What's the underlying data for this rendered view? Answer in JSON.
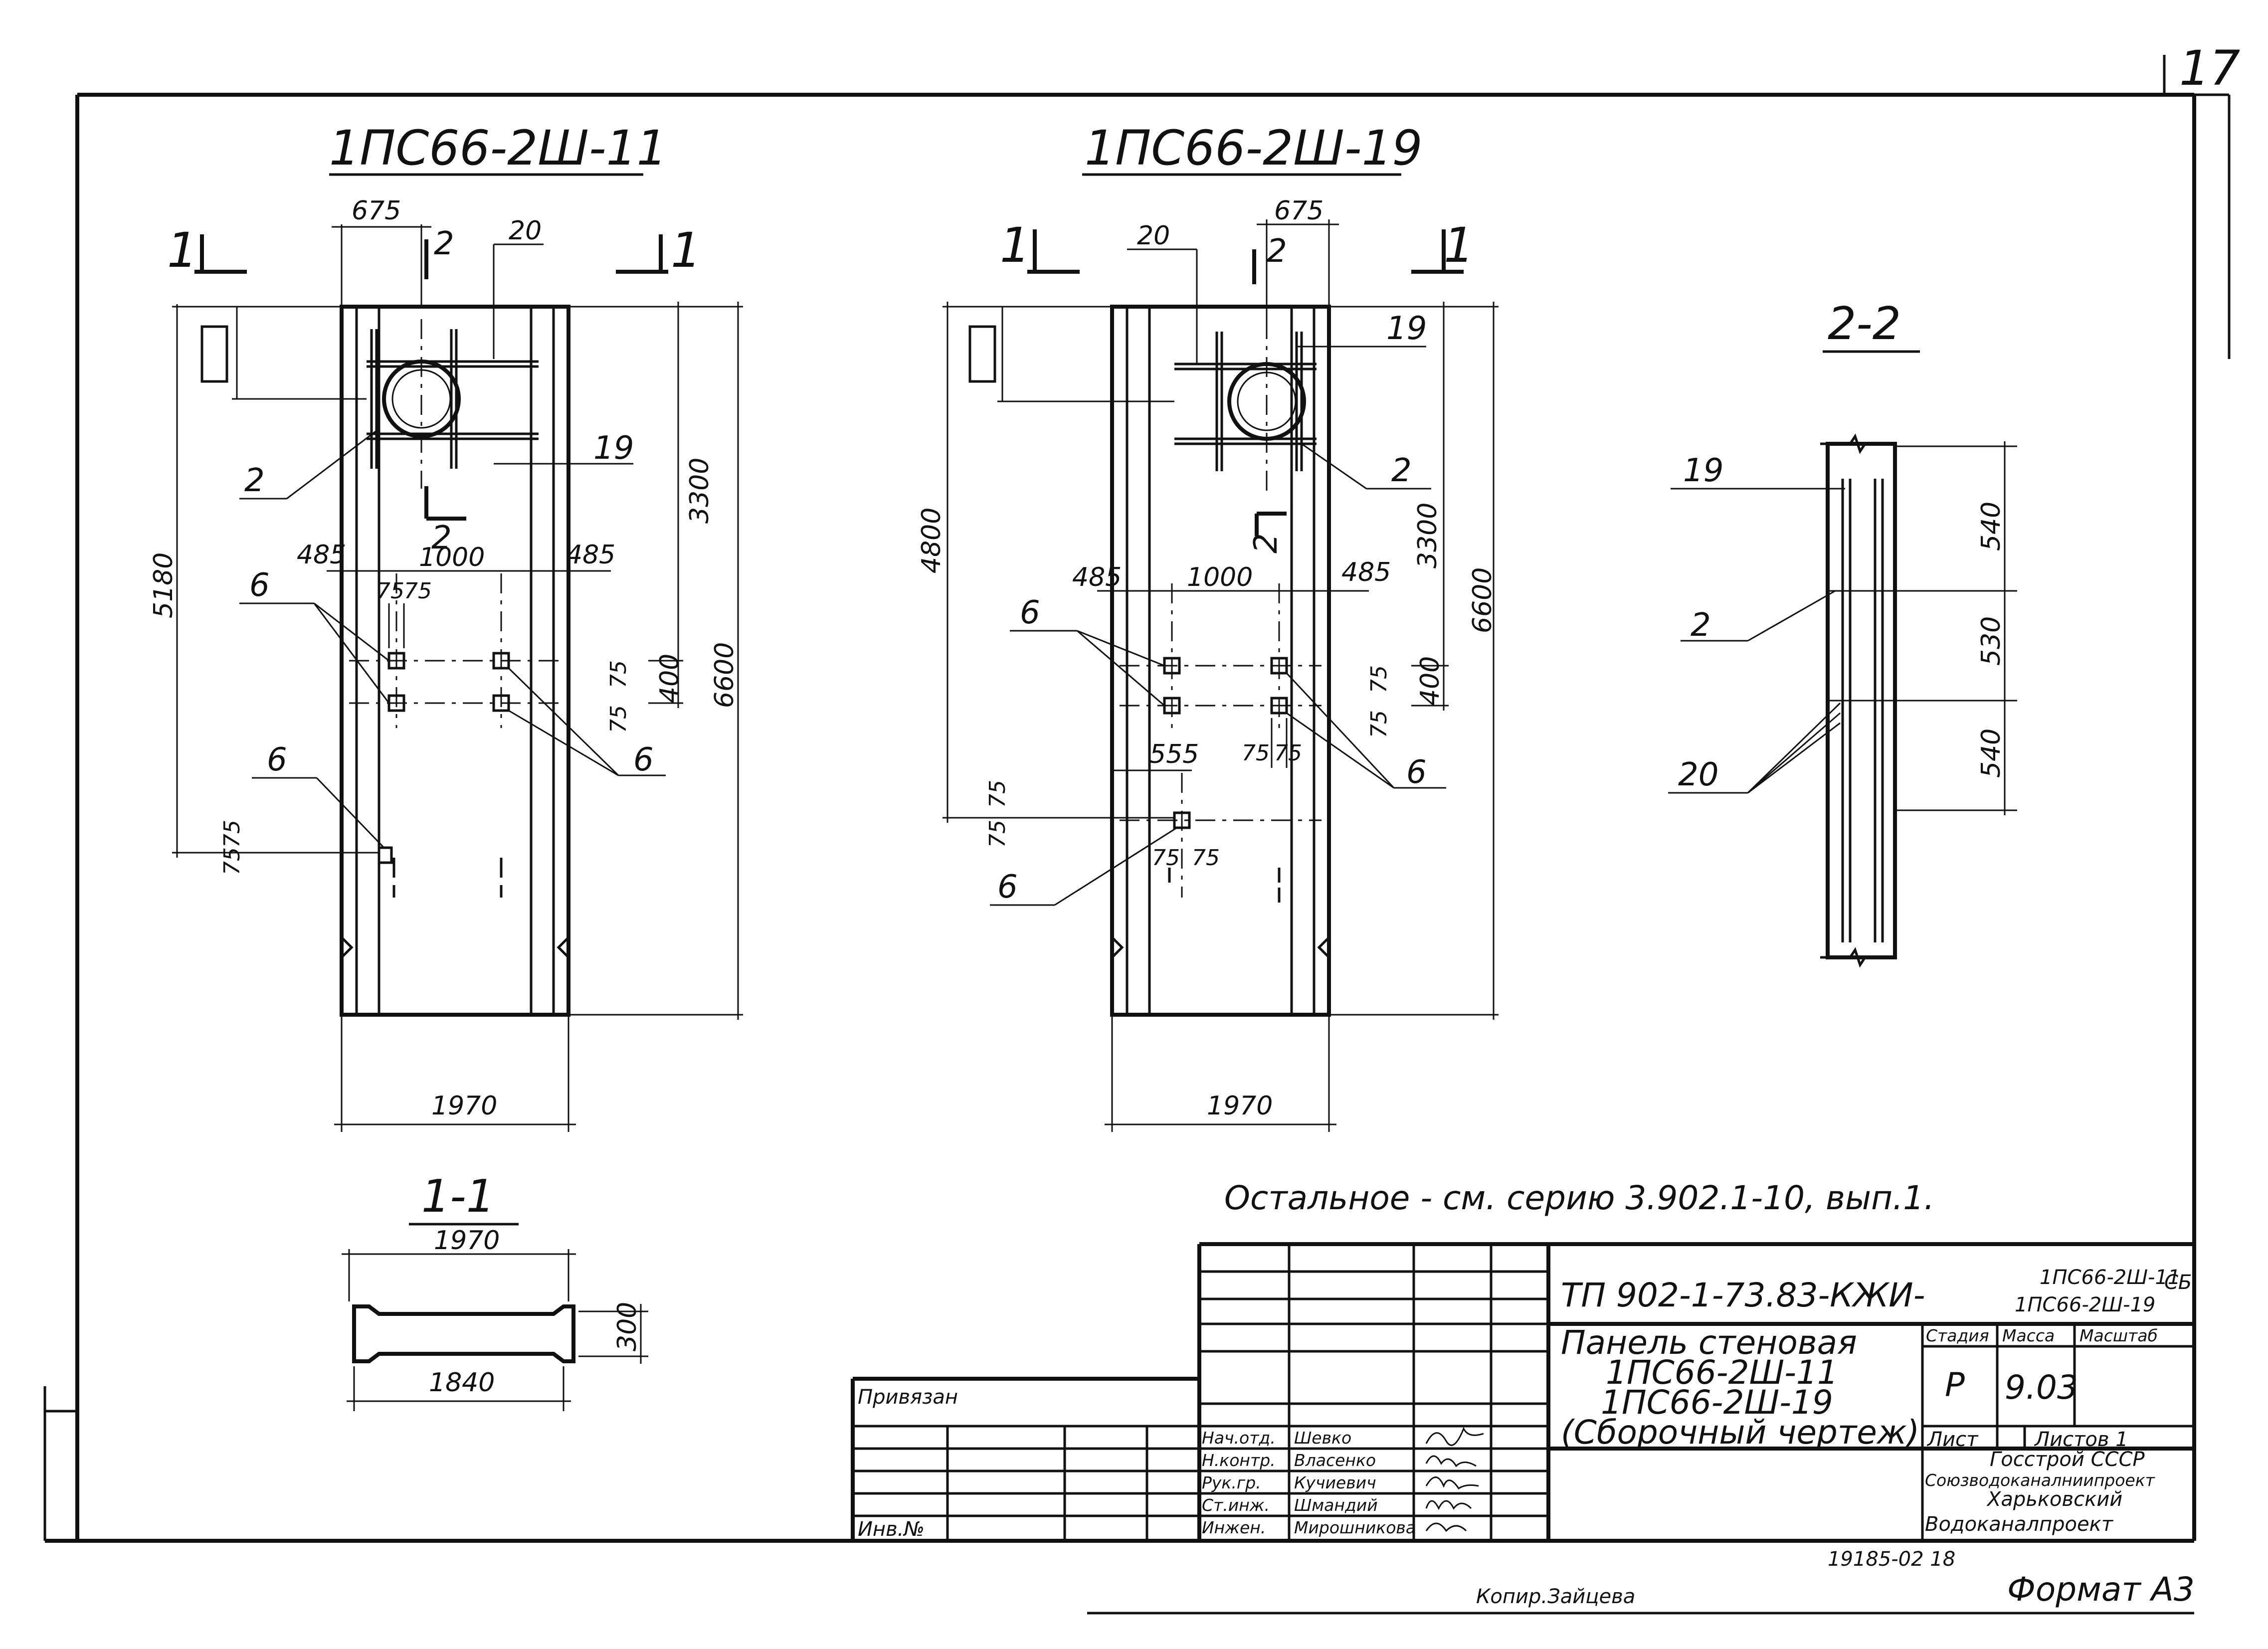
{
  "sheet_number": "17",
  "views": {
    "left": {
      "title": "1ПС66-2Ш-11",
      "section_mark": "1",
      "cut_mark": "2",
      "dims": {
        "d675": "675",
        "d20": "20",
        "d19": "19",
        "d2": "2",
        "d3300": "3300",
        "d6600": "6600",
        "d5180": "5180",
        "d485a": "485",
        "d1000": "1000",
        "d485b": "485",
        "d75a": "75",
        "d75b": "75",
        "d400": "400",
        "d75c": "75",
        "d75d": "75",
        "d75e": "75",
        "d75f": "75",
        "d1970": "1970"
      },
      "labels": {
        "l6a": "6",
        "l6b": "6",
        "l6c": "6"
      }
    },
    "right": {
      "title": "1ПС66-2Ш-19",
      "section_mark": "1",
      "cut_mark": "2",
      "dims": {
        "d675": "675",
        "d20": "20",
        "d19": "19",
        "d2": "2",
        "d3300": "3300",
        "d6600": "6600",
        "d4800": "4800",
        "d485a": "485",
        "d1000": "1000",
        "d485b": "485",
        "d400": "400",
        "d75a": "75",
        "d75b": "75",
        "d75c": "75",
        "d75d": "75",
        "d75e": "75",
        "d75f": "75",
        "d555": "555",
        "d75g": "75",
        "d75h": "75",
        "d1970": "1970"
      },
      "labels": {
        "l6a": "6",
        "l6b": "6",
        "l6c": "6"
      }
    },
    "section_22": {
      "title": "2-2",
      "dims": {
        "d540a": "540",
        "d530": "530",
        "d540b": "540"
      },
      "labels": {
        "l19": "19",
        "l2": "2",
        "l20": "20"
      }
    },
    "section_11": {
      "title": "1-1",
      "dims": {
        "d1970": "1970",
        "d300": "300",
        "d1840": "1840"
      }
    }
  },
  "note": "Остальное - см. серию 3.902.1-10, вып.1.",
  "title_block": {
    "code": "ТП 902-1-73.83-КЖИ-",
    "code_items": [
      "1ПС66-2Ш-11",
      "1ПС66-2Ш-19"
    ],
    "code_suffix": "СБ",
    "name_lines": [
      "Панель стеновая",
      "1ПС66-2Ш-11",
      "1ПС66-2Ш-19",
      "(Сборочный чертеж)"
    ],
    "stage_header": "Стадия",
    "mass_header": "Масса",
    "scale_header": "Масштаб",
    "stage": "Р",
    "mass": "9.03",
    "sheet_label": "Лист",
    "sheets_label": "Листов 1",
    "org_lines": [
      "Госстрой СССР",
      "Союзводоканалниипроект",
      "Харьковский",
      "Водоканалпроект"
    ],
    "privyazan": "Привязан",
    "inv_label": "Инв.№",
    "roles": [
      {
        "role": "Нач.отд.",
        "name": "Шевко"
      },
      {
        "role": "Н.контр.",
        "name": "Власенко"
      },
      {
        "role": "Рук.гр.",
        "name": "Кучиевич"
      },
      {
        "role": "Ст.инж.",
        "name": "Шмандий"
      },
      {
        "role": "Инжен.",
        "name": "Мирошникова"
      }
    ]
  },
  "footer": {
    "number": "19185-02 18",
    "copier": "Копир.Зайцева",
    "format": "Формат А3"
  }
}
